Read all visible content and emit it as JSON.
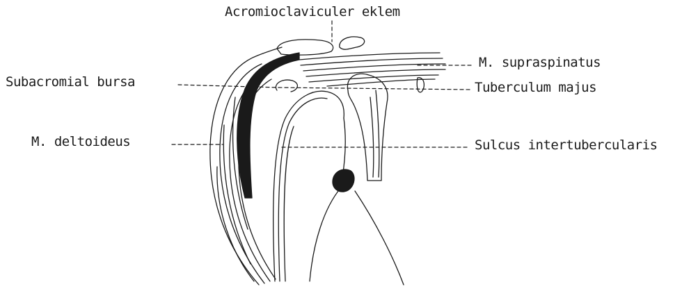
{
  "labels": {
    "acromioclavicular": "Acromioclaviculer eklem",
    "supraspinatus": "M. supraspinatus",
    "subacromial_bursa": "Subacromial bursa",
    "tuberculum": "Tuberculum majus",
    "deltoideus": "M. deltoideus",
    "sulcus": "Sulcus intertubercularis"
  },
  "colors": {
    "ink": "#1a1a1a",
    "paper": "#ffffff"
  }
}
